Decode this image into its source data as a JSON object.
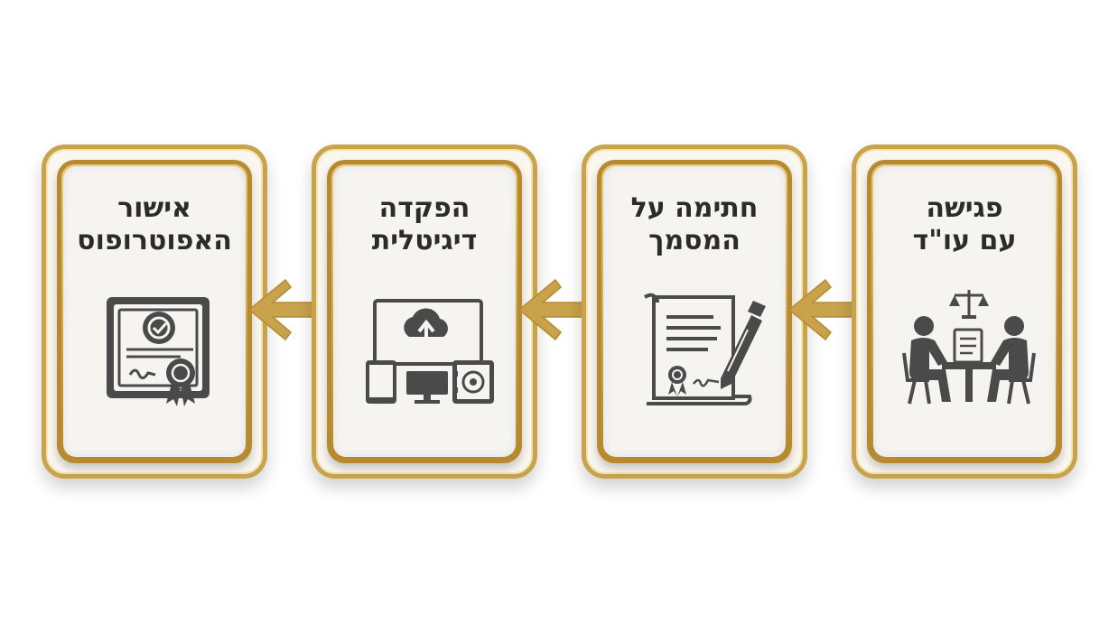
{
  "steps": [
    {
      "line1": "אישור",
      "line2": "האפוטרופוס",
      "icon": "certificate-icon"
    },
    {
      "line1": "הפקדה",
      "line2": "דיגיטלית",
      "icon": "digital-devices-cloud-safe-icon"
    },
    {
      "line1": "חתימה על",
      "line2": "המסמך",
      "icon": "document-signing-icon"
    },
    {
      "line1": "פגישה",
      "line2": "עם עו\"ד",
      "icon": "lawyer-meeting-icon"
    }
  ],
  "colors": {
    "gold": "#c9a24c",
    "dark_gold": "#b88a2f",
    "icon_gray": "#4a4a4a",
    "card_face": "#f5f4f1"
  },
  "flow_direction": "right-to-left"
}
